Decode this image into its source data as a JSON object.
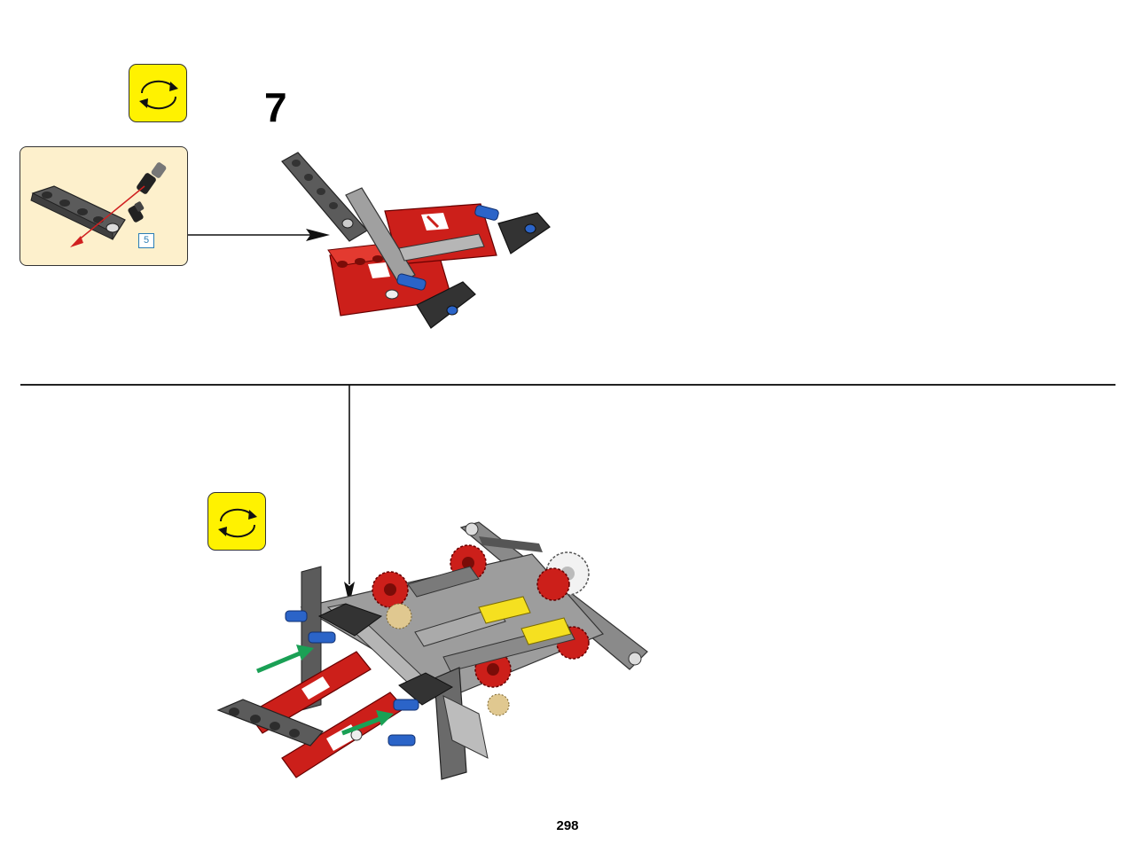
{
  "step": {
    "number": "7"
  },
  "callout": {
    "quantity": "5"
  },
  "badges": [
    {
      "icon": "rotate-model-icon"
    },
    {
      "icon": "rotate-model-icon"
    }
  ],
  "colors": {
    "badge_yellow": "#fff200",
    "callout_bg": "#fdf0cc",
    "brick_red": "#cc1f1a",
    "beam_dark_gray": "#5a5a5a",
    "beam_light_gray": "#a6a6a6",
    "pin_blue": "#2b64c8",
    "arrow_green": "#1aa055",
    "gear_tan": "#e0c890",
    "yellow_part": "#f5e020"
  },
  "page": {
    "number": "298"
  }
}
